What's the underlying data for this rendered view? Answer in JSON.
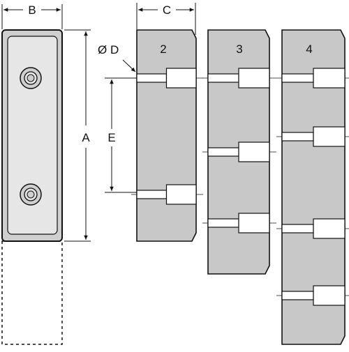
{
  "dimensions": {
    "a": "A",
    "b": "B",
    "c": "C",
    "d": "Ø D",
    "e": "E"
  },
  "variants": [
    {
      "label": "2",
      "holes": 2
    },
    {
      "label": "3",
      "holes": 3
    },
    {
      "label": "4",
      "holes": 4
    }
  ],
  "colors": {
    "body_fill": "#c8c8c8",
    "outline": "#111111",
    "background": "#ffffff"
  }
}
